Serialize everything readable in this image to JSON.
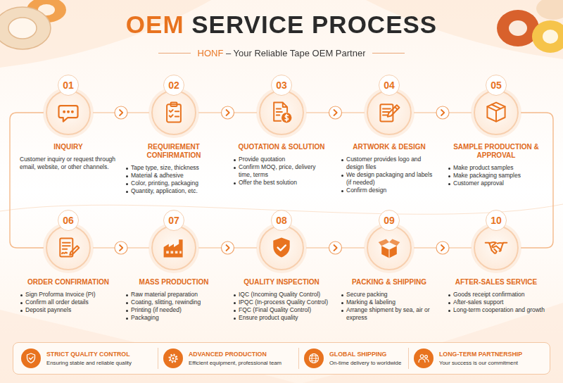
{
  "diagram": {
    "title": "OEM SERVICE PROCESS",
    "nodes": [
      {
        "text": [
          "01",
          "INQUIRY",
          "Customer inquiry or request through email, website, or other channels."
        ]
      },
      {
        "text": [
          "02",
          "REQUIREMENT CONFIRMATION",
          "Tape type, size, thickness",
          "Material & adhesive",
          "Color, printing, packaging",
          "Quantity, application, etc."
        ]
      },
      {
        "text": [
          "03",
          "QUOTATION & SOLUTION",
          "Provide quotation",
          "Confirm MOQ, price, delivery time, terms",
          "Offer the best solution"
        ]
      },
      {
        "text": [
          "04",
          "ARTWORK & DESIGN",
          "Customer provides logo and design files",
          "We design packaging and labels (if needed)",
          "Confirm design"
        ]
      },
      {
        "text": [
          "05",
          "SAMPLE PRODUCTION & APPROVAL",
          "Make product samples",
          "Make packaging samples",
          "Customer approval"
        ]
      },
      {
        "text": [
          "06",
          "ORDER CONFIRMATION",
          "Sign Proforma Invoice (PI)",
          "Confirm all order details",
          "Deposit paynnels"
        ]
      },
      {
        "text": [
          "07",
          "MASS PRODUCTION",
          "Raw material preparation",
          "Coating, slitting, rewinding",
          "Printing (if needed)",
          "Packaging"
        ]
      },
      {
        "text": [
          "08",
          "QUALITY INSPECTION",
          "IQC (Incoming Quality Control)",
          "IPQC (In-process Quality Control)",
          "FQC (Final Quality Control)",
          "Ensure product quality"
        ]
      },
      {
        "text": [
          "09",
          "PACKING & SHIPPING",
          "Secure packing",
          "Marking & labeling",
          "Arrange shipment by sea, air or express"
        ]
      },
      {
        "text": [
          "10",
          "AFTER-SALES SERVICE",
          "Goods receipt confirmation",
          "After-sales support",
          "Long-term cooperation and growth"
        ]
      },
      {
        "text": [
          "STRICT QUALITY CONTROL",
          "Ensuring stable and reliable quality"
        ]
      },
      {
        "text": [
          "ADVANCED PRODUCTION",
          "Efficient equipment, professional team"
        ]
      },
      {
        "text": [
          "GLOBAL SHIPPING",
          "On-time delivery to worldwide"
        ]
      },
      {
        "text": [
          "LONG-TERM PARTNERSHIP",
          "Your success is our commitment"
        ]
      }
    ],
    "edges": [
      {
        "from": 0,
        "to": 1,
        "arrow": "to"
      },
      {
        "from": 1,
        "to": 2,
        "arrow": "to"
      },
      {
        "from": 2,
        "to": 3,
        "arrow": "to"
      },
      {
        "from": 3,
        "to": 4,
        "arrow": "to"
      },
      {
        "from": 0,
        "to": 5,
        "arrow": "none"
      },
      {
        "from": 4,
        "to": 9,
        "arrow": "none"
      },
      {
        "from": 5,
        "to": 6,
        "arrow": "to"
      },
      {
        "from": 6,
        "to": 7,
        "arrow": "to"
      },
      {
        "from": 7,
        "to": 8,
        "arrow": "to"
      },
      {
        "from": 8,
        "to": 9,
        "arrow": "to"
      }
    ],
    "labels": [
      "HONF – Your Reliable Tape OEM Partner"
    ]
  }
}
